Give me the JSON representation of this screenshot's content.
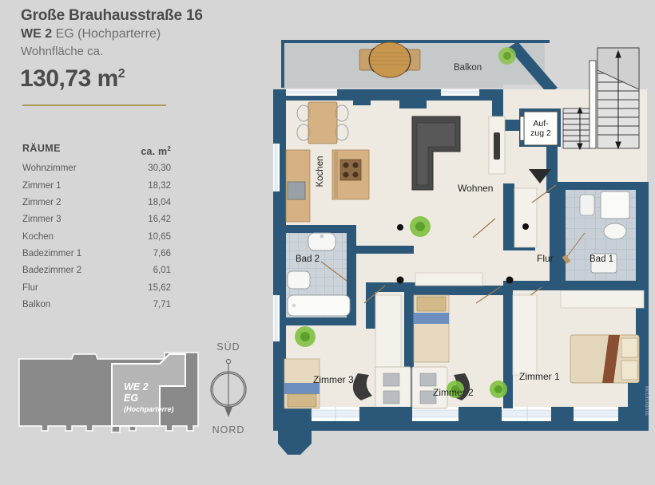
{
  "header": {
    "street": "Große Brauhausstraße 16",
    "unit_bold": "WE 2",
    "unit_rest": " EG (Hochparterre)",
    "living_space_label": "Wohnfläche ca.",
    "area_value": "130,73 m",
    "area_sup": "2"
  },
  "colors": {
    "background": "#d6d6d6",
    "wall": "#2b5878",
    "floor": "#eeeae1",
    "balcony": "#c6c9ca",
    "tile": "#c8cfd6",
    "accent_rule": "#b09a5a",
    "text": "#555555",
    "heading": "#4b4b4b",
    "footprint_dark": "#8a8a8a",
    "footprint_light": "#b5b5b5"
  },
  "rooms_table": {
    "header": {
      "name": "RÄUME",
      "value": "ca.  m",
      "value_sup": "2"
    },
    "rows": [
      {
        "name": "Wohnzimmer",
        "value": "30,30"
      },
      {
        "name": "Zimmer 1",
        "value": "18,32"
      },
      {
        "name": "Zimmer 2",
        "value": "18,04"
      },
      {
        "name": "Zimmer 3",
        "value": "16,42"
      },
      {
        "name": "Kochen",
        "value": "10,65"
      },
      {
        "name": "Badezimmer 1",
        "value": "7,66"
      },
      {
        "name": "Badezimmer 2",
        "value": "6,01"
      },
      {
        "name": "Flur",
        "value": "15,62"
      },
      {
        "name": "Balkon",
        "value": "7,71"
      }
    ]
  },
  "footprint": {
    "line1": "WE 2",
    "line2": "EG",
    "line3": "(Hochparterre)"
  },
  "compass": {
    "top": "SÜD",
    "bottom": "NORD"
  },
  "plan_labels": {
    "balkon": "Balkon",
    "wohnen": "Wohnen",
    "kochen": "Kochen",
    "flur": "Flur",
    "bad1": "Bad 1",
    "bad2": "Bad 2",
    "zimmer1": "Zimmer 1",
    "zimmer2": "Zimmer 2",
    "zimmer3": "Zimmer 3",
    "aufzug_l1": "Auf-",
    "aufzug_l2": "zug 2"
  },
  "watermark": "McGrundriss"
}
